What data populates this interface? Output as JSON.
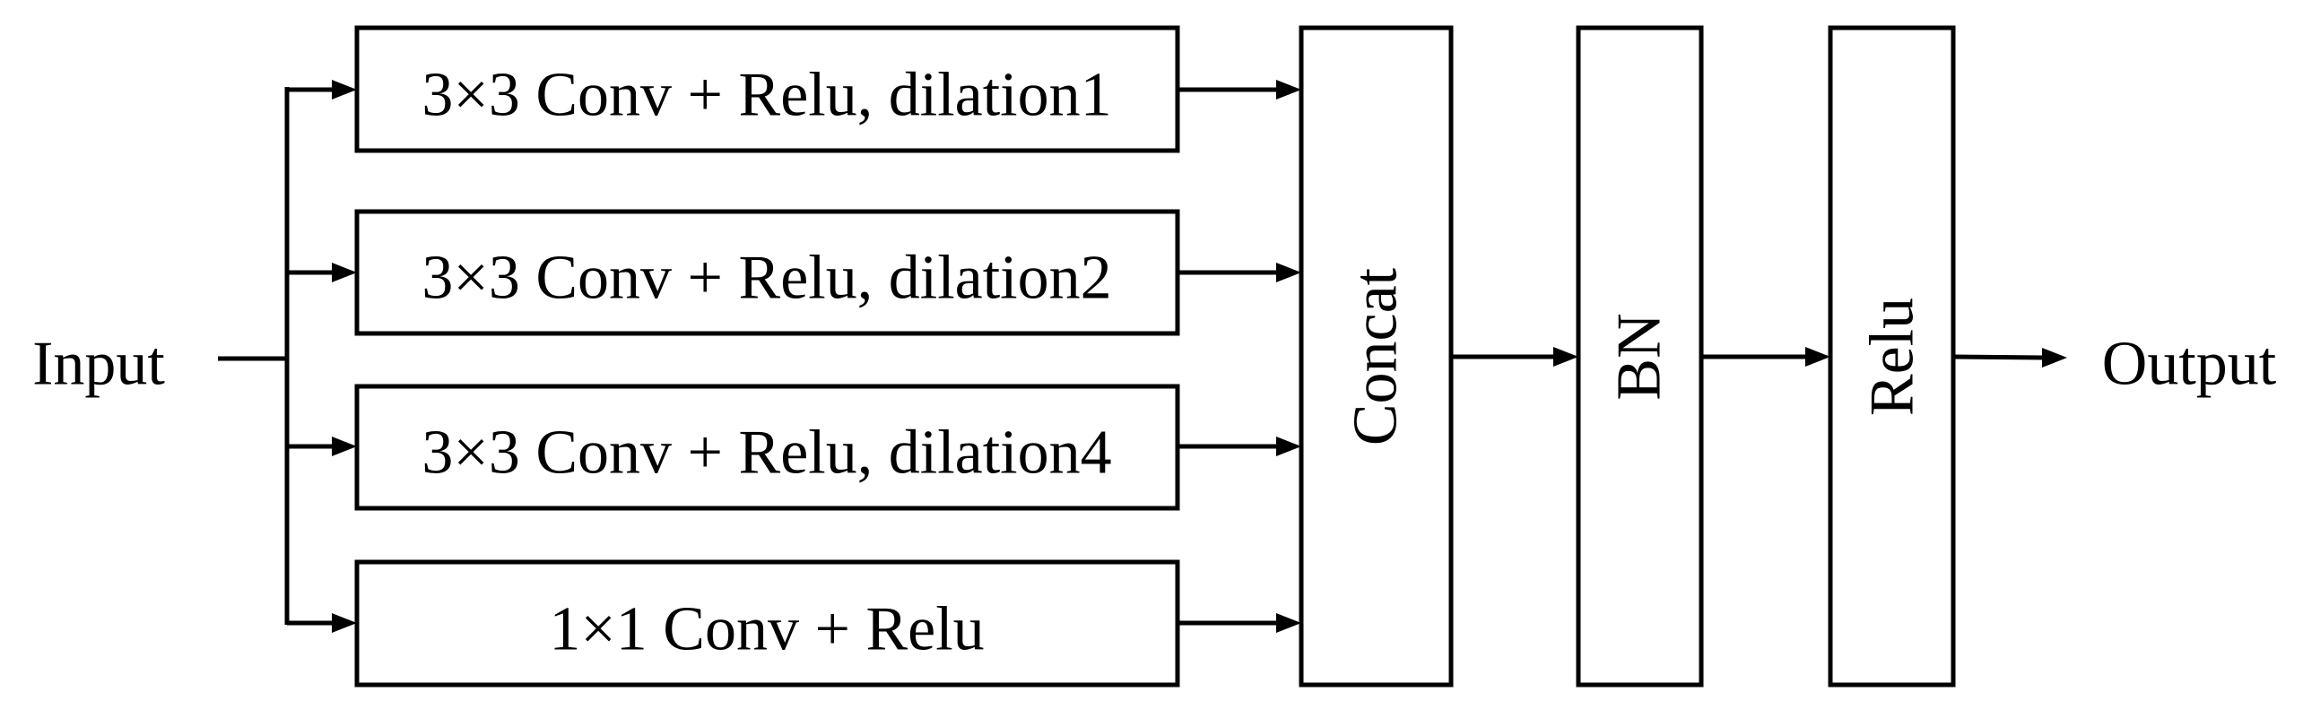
{
  "input": {
    "label": "Input"
  },
  "output": {
    "label": "Output"
  },
  "branches": [
    {
      "label": "3×3 Conv + Relu, dilation1"
    },
    {
      "label": "3×3 Conv + Relu, dilation2"
    },
    {
      "label": "3×3 Conv + Relu, dilation4"
    },
    {
      "label": "1×1 Conv + Relu"
    }
  ],
  "concat": {
    "label": "Concat"
  },
  "bn": {
    "label": "BN"
  },
  "relu": {
    "label": "Relu"
  },
  "colors": {
    "stroke": "#000000",
    "fill": "#ffffff",
    "text": "#000000"
  }
}
